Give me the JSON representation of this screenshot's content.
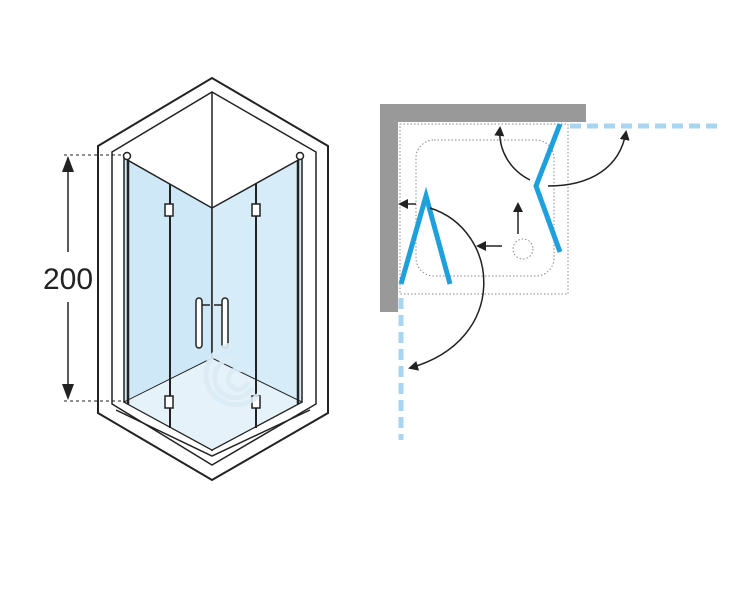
{
  "diagram": {
    "height_dimension_label": "200",
    "colors": {
      "line": "#222222",
      "glass": "#cfe8f7",
      "door_blue": "#1ea0dd",
      "opening_dash": "#a8d6f2",
      "wall": "#999999",
      "watermark": "#dcecf7"
    },
    "icons": [
      "shower-enclosure-illustration",
      "floor-plan",
      "swing-arrow",
      "drain-icon"
    ]
  }
}
